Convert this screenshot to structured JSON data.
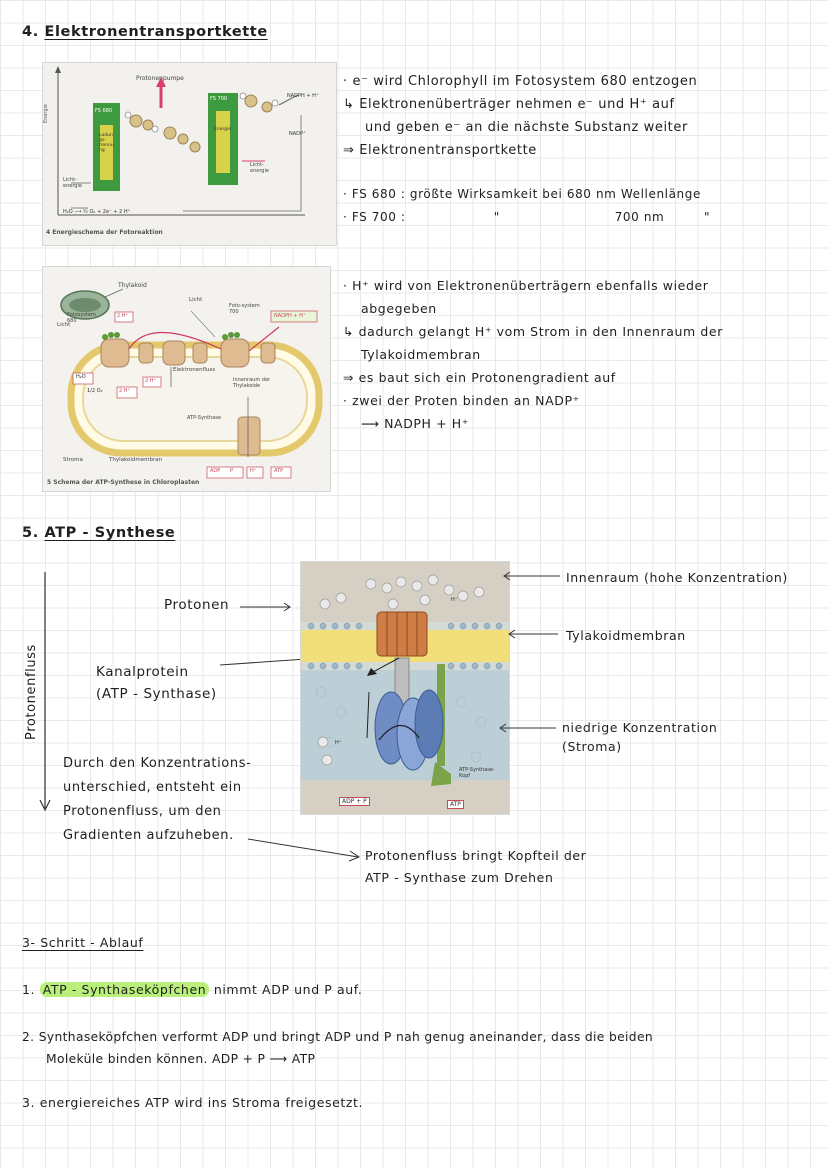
{
  "section4": {
    "number": "4.",
    "title": "Elektronentransportkette",
    "figure1": {
      "caption": "4 Energieschema der Fotoreaktion",
      "protonenpumpe": "Protonenpumpe",
      "fs680": "FS 680",
      "fs700": "FS 700",
      "ladungstrennung": "Ladungs-trennung",
      "energie": "Energie",
      "energie_axis": "Energie",
      "lichtenergie_left": "Licht-energie",
      "lichtenergie_right": "Licht-energie",
      "nadph": "NADPH + H⁺",
      "nadp": "NADP⁺",
      "equation": "H₂O ⟶ ½ O₂ + 2e⁻ + 2 H⁺",
      "electron": "e⁻"
    },
    "notes1": [
      "· e⁻ wird Chlorophyll im Fotosystem 680 entzogen",
      "↳ Elektronenüberträger nehmen e⁻ und H⁺ auf",
      "und geben e⁻ an die nächste Substanz weiter",
      "⇒ Elektronentransportkette"
    ],
    "notes2": [
      "· FS 680 :  größte Wirksamkeit bei 680 nm Wellenlänge",
      "· FS 700 :                    \"                          700 nm         \""
    ],
    "figure2": {
      "caption": "5 Schema der ATP-Synthese in Chloroplasten",
      "thylakoid": "Thylakoid",
      "licht_left": "Licht",
      "licht_top": "Licht",
      "fotosystem680": "Fotosystem 680",
      "fotosystem700": "Foto-system 700",
      "nadph": "NADPH + H⁺",
      "h2plus_a": "2 H⁺",
      "h2plus_b": "2 H⁺",
      "h2plus_c": "2 H⁺",
      "h2o": "H₂O",
      "o2": "1/2 O₂",
      "elektronenfluss": "Elektronenfluss",
      "innenraum": "Innenraum der Thylakoide",
      "atp_synthase": "ATP-Synthase",
      "stroma": "Stroma",
      "thylakoidmembran": "Thylakoidmembran",
      "adp": "ADP",
      "p": "P",
      "hplus": "H⁺",
      "atp": "ATP"
    },
    "notes3": [
      "· H⁺ wird von Elektronenüberträgern ebenfalls wieder",
      "abgegeben",
      "↳ dadurch gelangt H⁺ vom Strom in den Innenraum der",
      "Tylakoidmembran",
      "⇒ es baut sich ein Protonengradient auf",
      "· zwei der Proten binden an NADP⁺",
      "⟶ NADPH + H⁺"
    ]
  },
  "section5": {
    "number": "5.",
    "title": "ATP - Synthese",
    "protonenfluss_vertical": "Protonenfluss",
    "protonen": "Protonen",
    "kanalprotein": [
      "Kanalprotein",
      "(ATP - Synthase)"
    ],
    "konzentration": [
      "Durch den Konzentrations-",
      "unterschied, entsteht ein",
      "Protonenfluss, um den",
      "Gradienten aufzuheben."
    ],
    "label_innenraum": "Innenraum (hohe Konzentration)",
    "label_membran": "Tylakoidmembran",
    "label_niedrig": [
      "niedrige Konzentration",
      "(Stroma)"
    ],
    "kopf_note": [
      "Protonenfluss bringt Kopfteil der",
      "ATP - Synthase zum Drehen"
    ],
    "fig": {
      "hplus_top": "H⁺",
      "hplus_left": "H⁺",
      "kopf": "ATP-Synthase-Kopf",
      "adp": "ADP + P",
      "atp": "ATP"
    }
  },
  "step3": {
    "title": "3- Schritt - Ablauf",
    "item1_num": "1.",
    "item1_highlight": "ATP - Synthaseköpfchen",
    "item1_rest": " nimmt ADP und P auf.",
    "item2_num": "2.",
    "item2_line1": "Synthaseköpfchen verformt ADP und bringt ADP und P nah genug aneinander, dass die beiden",
    "item2_line2": "Moleküle binden können. ADP + P ⟶ ATP",
    "item3_num": "3.",
    "item3_text": "energiereiches ATP wird ins Stroma freigesetzt."
  },
  "colors": {
    "green_box": "#3e9a3f",
    "highlight": "#b9ef7a",
    "atp_synthase_orange": "#c98a4f"
  }
}
